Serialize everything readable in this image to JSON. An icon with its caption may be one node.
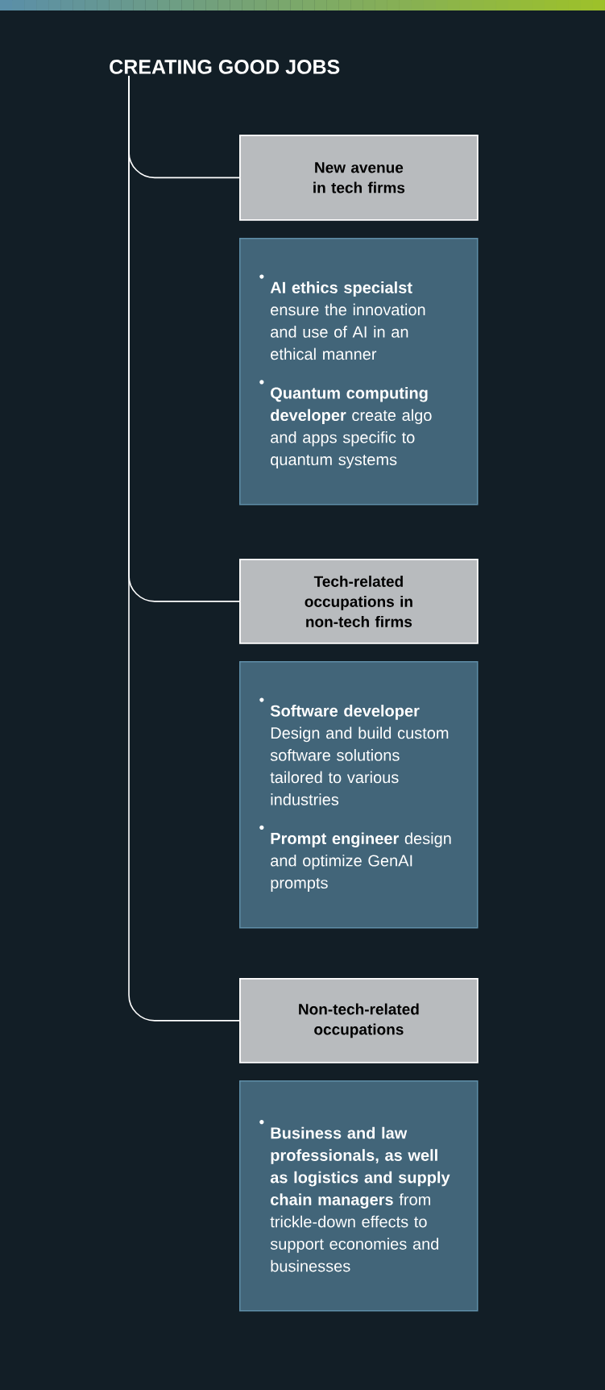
{
  "diagram": {
    "nodes": [
      {
        "text": [
          "CREATING GOOD JOBS"
        ]
      },
      {
        "text": [
          "New avenue in tech firms"
        ]
      },
      {
        "text": [
          "**AI ethics specialst** ensure the innovation and use of AI in an ethical manner",
          "**Quantum computing developer** create algo and apps specific to quantum systems"
        ]
      },
      {
        "text": [
          "Tech-related occupations in non-tech firms"
        ]
      },
      {
        "text": [
          "**Software developer** Design and build custom software solutions tailored to various industries",
          "**Prompt engineer** design and optimize GenAI prompts"
        ]
      },
      {
        "text": [
          "Non-tech-related occupations"
        ]
      },
      {
        "text": [
          "**Business and law professionals, as well as logistics and supply chain managers** from trickle-down effects to support economies and businesses"
        ]
      }
    ],
    "edges": [
      {
        "from": 0,
        "to": 1,
        "arrow": "none"
      },
      {
        "from": 0,
        "to": 3,
        "arrow": "none"
      },
      {
        "from": 0,
        "to": 5,
        "arrow": "none"
      }
    ]
  }
}
